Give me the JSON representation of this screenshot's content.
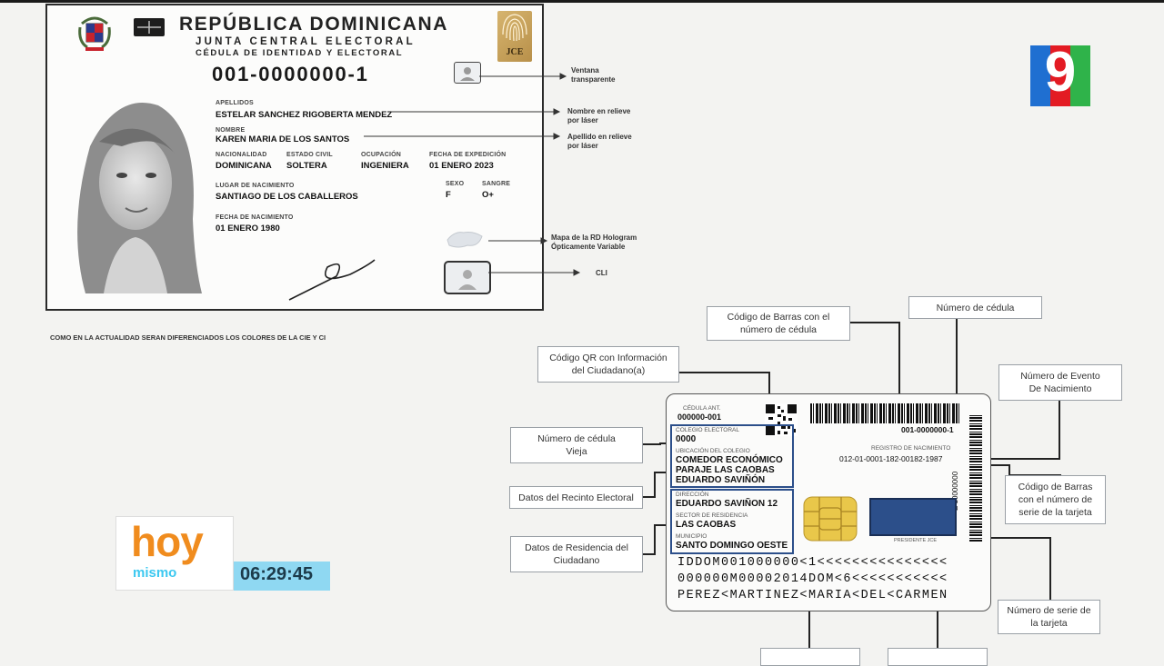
{
  "front_card": {
    "country": "REPÚBLICA DOMINICANA",
    "institution": "JUNTA CENTRAL ELECTORAL",
    "document_type": "CÉDULA DE IDENTIDAD Y ELECTORAL",
    "id_number": "001-0000000-1",
    "jce_logo": "JCE",
    "apellidos_label": "APELLIDOS",
    "apellidos_value": "ESTELAR SANCHEZ RIGOBERTA MENDEZ",
    "nombre_label": "NOMBRE",
    "nombre_value": "KAREN MARIA DE LOS SANTOS",
    "nacionalidad_label": "NACIONALIDAD",
    "nacionalidad_value": "DOMINICANA",
    "estado_civil_label": "ESTADO CIVIL",
    "estado_civil_value": "SOLTERA",
    "ocupacion_label": "OCUPACIÓN",
    "ocupacion_value": "INGENIERA",
    "fecha_expedicion_label": "FECHA DE EXPEDICIÓN",
    "fecha_expedicion_value": "01 ENERO 2023",
    "lugar_nacimiento_label": "LUGAR DE NACIMIENTO",
    "lugar_nacimiento_value": "SANTIAGO DE LOS CABALLEROS",
    "sexo_label": "SEXO",
    "sexo_value": "F",
    "sangre_label": "SANGRE",
    "sangre_value": "O+",
    "fecha_nacimiento_label": "FECHA DE NACIMIENTO",
    "fecha_nacimiento_value": "01 ENERO 1980"
  },
  "front_notes": {
    "ventana": [
      "Ventana",
      "transparente"
    ],
    "nombre_relieve": [
      "Nombre en relieve",
      "por láser"
    ],
    "apellido_relieve": [
      "Apellido en relieve",
      "por láser"
    ],
    "mapa": [
      "Mapa de la RD Hologram",
      "Ópticamente Variable"
    ],
    "cli": "CLI"
  },
  "caption": "COMO EN LA ACTUALIDAD SERAN DIFERENCIADOS LOS COLORES DE LA CIE Y CI",
  "back_callouts": {
    "qr": [
      "Código QR con Información",
      "del Ciudadano(a)"
    ],
    "barcode_cedula": [
      "Código de Barras con el",
      "número de cédula"
    ],
    "numero_cedula": "Número de cédula",
    "evento_nacimiento": [
      "Número de Evento",
      "De Nacimiento"
    ],
    "cedula_vieja": [
      "Número de cédula",
      "Vieja"
    ],
    "recinto": "Datos del Recinto Electoral",
    "residencia": [
      "Datos de Residencia del",
      "Ciudadano"
    ],
    "barcode_serie": [
      "Código de Barras",
      "con el número de",
      "serie de la tarjeta"
    ],
    "serie_tarjeta": [
      "Número de serie de",
      "la tarjeta"
    ]
  },
  "back_card": {
    "cedula_ant_label": "CÉDULA ANT.",
    "cedula_ant_value": "000000-001",
    "colegio_label": "COLEGIO ELECTORAL",
    "colegio_value": "0000",
    "ubicacion_label": "UBICACIÓN DEL COLEGIO",
    "ubicacion_lines": [
      "COMEDOR ECONÓMICO",
      "PARAJE LAS CAOBAS",
      "EDUARDO SAVIÑÓN"
    ],
    "direccion_label": "DIRECCIÓN",
    "direccion_value": "EDUARDO SAVIÑON 12",
    "sector_label": "SECTOR DE RESIDENCIA",
    "sector_value": "LAS CAOBAS",
    "municipio_label": "MUNICIPIO",
    "municipio_value": "SANTO DOMINGO OESTE",
    "id_number": "001-0000000-1",
    "registro_label": "REGISTRO DE NACIMIENTO",
    "registro_value": "012-01-0001-182-00182-1987",
    "presidente_label": "PRESIDENTE JCE",
    "serial": "E 10000000",
    "mrz": [
      "IDDOM001000000<1<<<<<<<<<<<<<<<",
      "000000M00002014DOM<6<<<<<<<<<<<",
      "PEREZ<MARTINEZ<MARIA<DEL<CARMEN"
    ]
  },
  "overlay": {
    "channel_number": "9",
    "show_name_1": "hoy",
    "show_name_2": "mismo",
    "clock": "06:29:45"
  },
  "colors": {
    "show_orange": "#f08c1e",
    "show_cyan": "#3cc8f0",
    "clock_bar": "#8fd8f2",
    "channel_red": "#e31b23",
    "channel_green": "#2fb34a",
    "channel_blue": "#1f6fd1",
    "chip_gold": "#e9c74a",
    "hologram_blue": "#2c4f8a"
  }
}
